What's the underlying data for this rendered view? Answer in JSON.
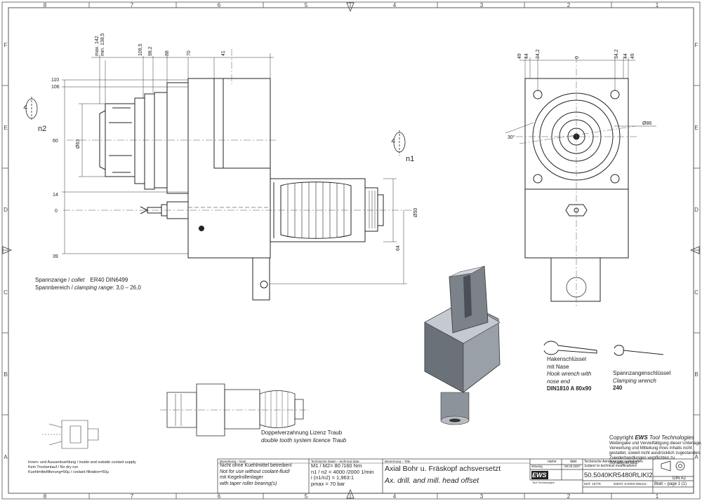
{
  "grid": {
    "columns": [
      "8",
      "7",
      "6",
      "5",
      "4",
      "3",
      "2",
      "1"
    ],
    "rows": [
      "F",
      "E",
      "D",
      "C",
      "B",
      "A"
    ]
  },
  "dims_left": [
    "max. 142",
    "min. 138,5",
    "109,5",
    "98,2",
    "88",
    "70",
    "41",
    "110",
    "106",
    "Ø63",
    "60",
    "14",
    "0",
    "39",
    "n2"
  ],
  "dims_mid": [
    "Ø50",
    "64",
    "n1"
  ],
  "dims_right": [
    "49",
    "44",
    "34,2",
    "0",
    "34,2",
    "44",
    "49",
    "Ø86",
    "30°"
  ],
  "collet": {
    "line1_label": "Spannzange / ",
    "line1_italic": "collet",
    "line1_value": "ER40    DIN6499",
    "line2_label": "Spannbereich / ",
    "line2_italic": "clamping range",
    "line2_value": ": 3,0 – 26,0"
  },
  "double_tooth": {
    "line1": "Doppelverzahnung Lizenz Traub",
    "line2": "double tooth system licence Traub"
  },
  "hook_wrench": {
    "l1": "Hakenschlüssel",
    "l2": "mit Nase",
    "l3": "Hook wrench with",
    "l4": "nose end",
    "l5": "DIN1810 A 80x90"
  },
  "collet_wrench": {
    "l1": "Spannzangenschlüssel",
    "l2": "Clamping wrench",
    "l3": "240"
  },
  "copyright": {
    "title_prefix": "Copyright ",
    "brand": "EWS",
    "title_suffix": " Tool Technologies",
    "l1": "Weitergabe und Vervielfältigung dieser Unterlage,",
    "l2": "Verwertung und Mitteilung ihres Inhalts nicht",
    "l3": "gestattet, soweit nicht ausdrücklich zugestanden.",
    "l4": "Zuwiderhandlungen verpflichten zu Schadenersatz."
  },
  "coolant": {
    "l1": "Innen- und Aussenkuehlung / inside and outside coolant supply",
    "l2": "Kein Trockenlauf / No dry run",
    "l3": "Kuehlmittelfilterung=50µ / coolant filtration=50µ"
  },
  "title_block": {
    "remark_header": "Bemerkung – Note",
    "remark_l1": "Nicht ohne Kuehlmittel betreiben!",
    "remark_l2": "Not for use without coolant-fluid!",
    "remark_l3": "mit Kegelrollenlager",
    "remark_l4": "with taper roller bearing(s)",
    "tech_header": "Technische Daten – technical data",
    "tech_l1": "M1 / M2= 80  /160 Nm",
    "tech_l2": "n1 / n2 = 4000 /2000  1/min",
    "tech_l3": "i (n1/n2) = 1,963:1",
    "tech_l4": "pmax     = 70  bar",
    "desc_header": "Benennung – Title",
    "desc_de": "Axial Bohr u. Fräskopf achsversetzt",
    "desc_en": "Ax. drill. and mill. head offset",
    "name_header": "name",
    "date_header": "date",
    "drawing_label": "drawing",
    "date_value": "09.03.2007",
    "company_logo": "EWS",
    "company_sub": "Tool Technologies",
    "change_de": "Technische Aenderungen vorbehalten",
    "change_en": "Subject to technical modifications!",
    "drawing_number": "50.5040KR5480RLIKI2",
    "standard": "DIN A2",
    "mat_nr": "MAT. 15778",
    "ident": "IDENT. D-EWS-505411 -",
    "sheet": "Blatt – page  1 (1)"
  }
}
